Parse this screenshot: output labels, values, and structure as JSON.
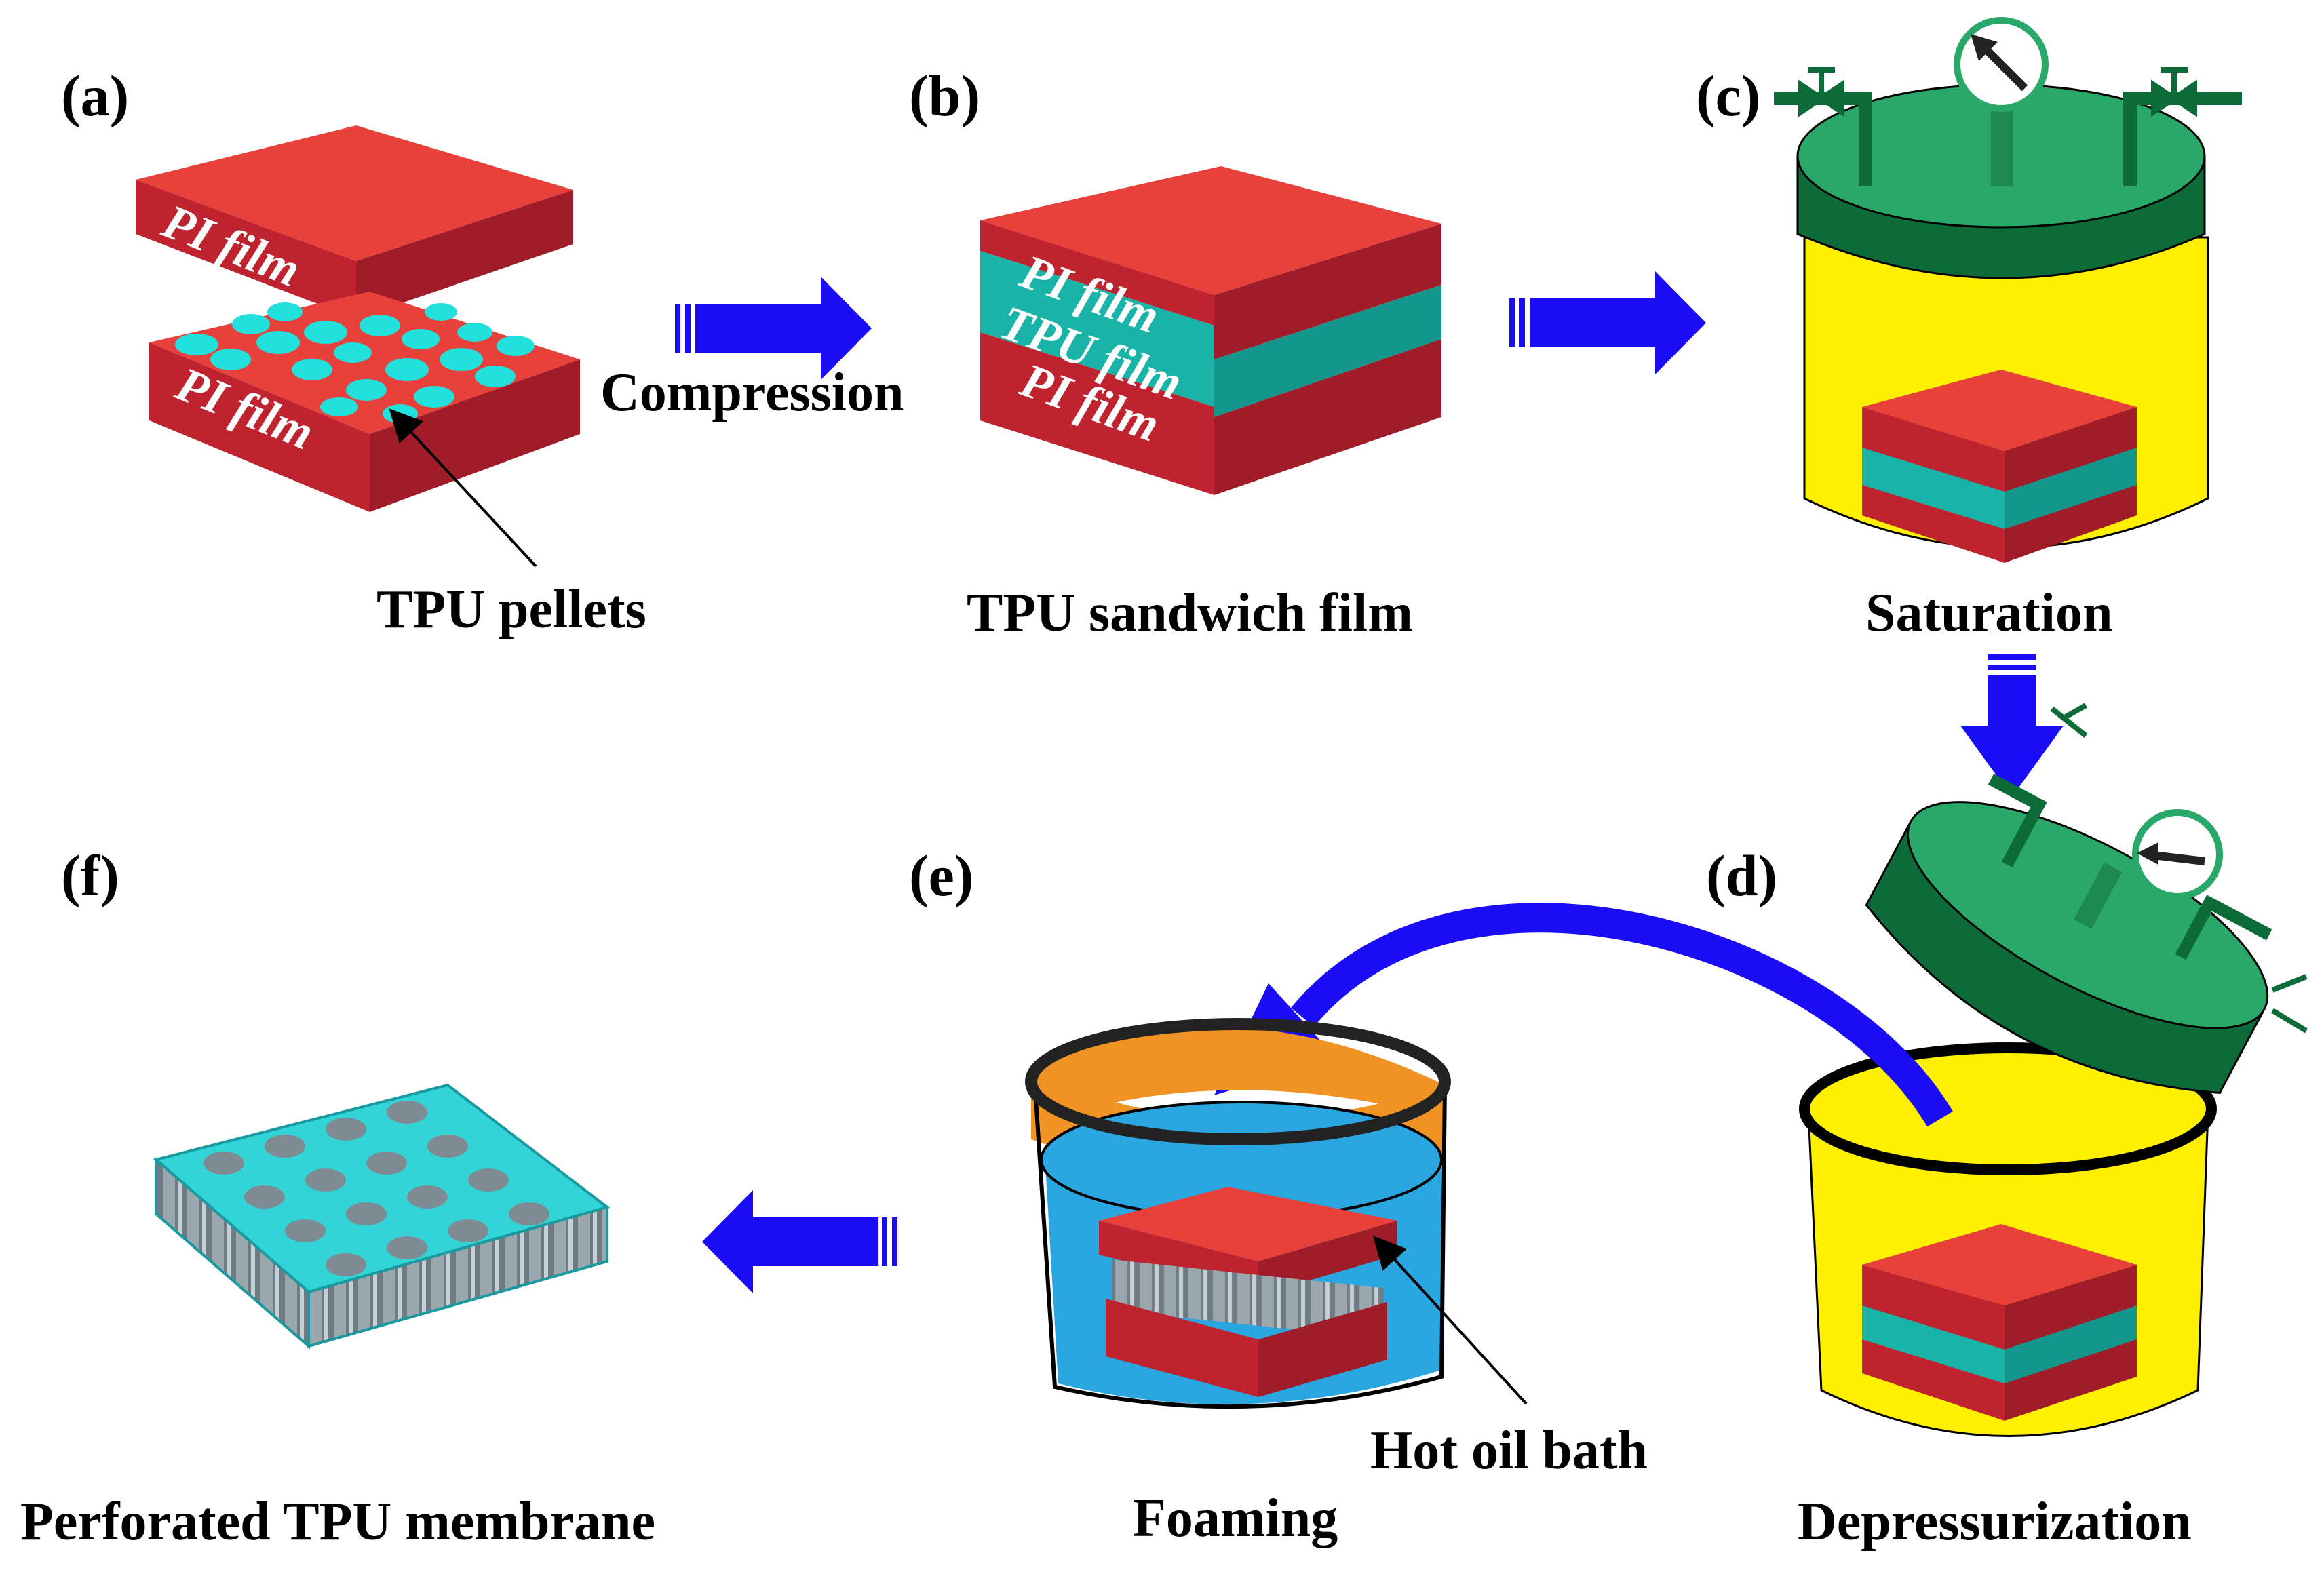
{
  "panels": {
    "a": {
      "tag": "(a)",
      "caption": "TPU pellets",
      "top_film": "PI film",
      "bottom_film": "PI film"
    },
    "b": {
      "tag": "(b)",
      "caption": "TPU sandwich film",
      "film_top": "PI film",
      "film_mid": "TPU film",
      "film_bottom": "PI film"
    },
    "c": {
      "tag": "(c)",
      "caption": "Saturation"
    },
    "d": {
      "tag": "(d)",
      "caption": "Depressurization"
    },
    "e": {
      "tag": "(e)",
      "caption": "Foaming",
      "annotation": "Hot oil bath"
    },
    "f": {
      "tag": "(f)",
      "caption": "Perforated TPU membrane"
    }
  },
  "arrows": {
    "compression_label": "Compression"
  },
  "colors": {
    "pi_top": "#e8403a",
    "pi_side": "#bf2330",
    "tpu": "#1ab3a8",
    "pellet": "#22e0dc",
    "vessel_yellow": "#fff000",
    "lid_green": "#2aa86a",
    "lid_dark": "#0d6b3a",
    "arrow_blue": "#1a0cf5",
    "oil_blue": "#2aa7e0",
    "oil_orange": "#f09322",
    "membrane": "#33d4d8"
  }
}
